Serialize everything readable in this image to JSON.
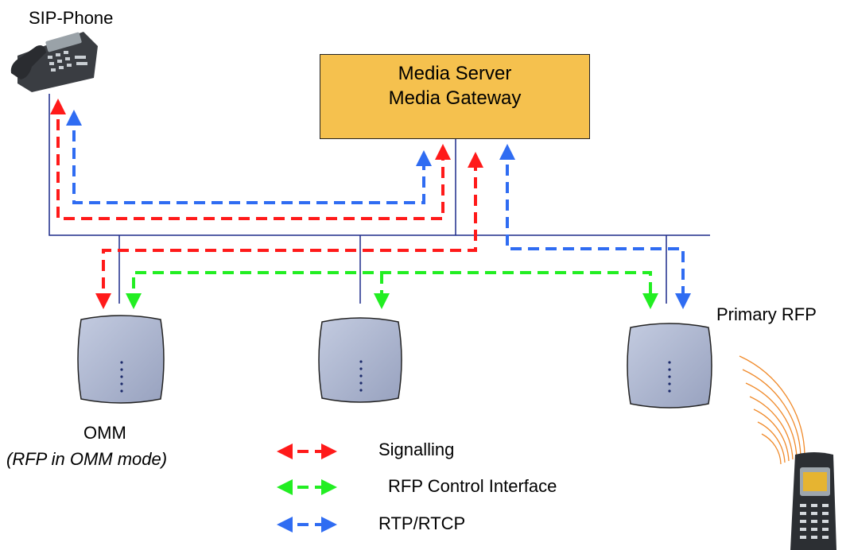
{
  "nodes": {
    "sip_phone": "SIP-Phone",
    "media_server": {
      "line1": "Media Server",
      "line2": "Media Gateway"
    },
    "omm": {
      "title": "OMM",
      "subtitle": "(RFP in OMM mode)"
    },
    "primary_rfp": "Primary RFP"
  },
  "legend": [
    {
      "label": "Signalling",
      "color": "#ff1a1a"
    },
    {
      "label": "RFP Control Interface",
      "color": "#22ee22"
    },
    {
      "label": "RTP/RTCP",
      "color": "#2f6cf2"
    }
  ],
  "colors": {
    "bus_line": "#1c2a8a",
    "signalling": "#ff1a1a",
    "control": "#22ee22",
    "rtp": "#2f6cf2",
    "server_fill": "#f5c14e",
    "rfp_fill": "#aab3cc",
    "wave": "#f08a2a"
  }
}
